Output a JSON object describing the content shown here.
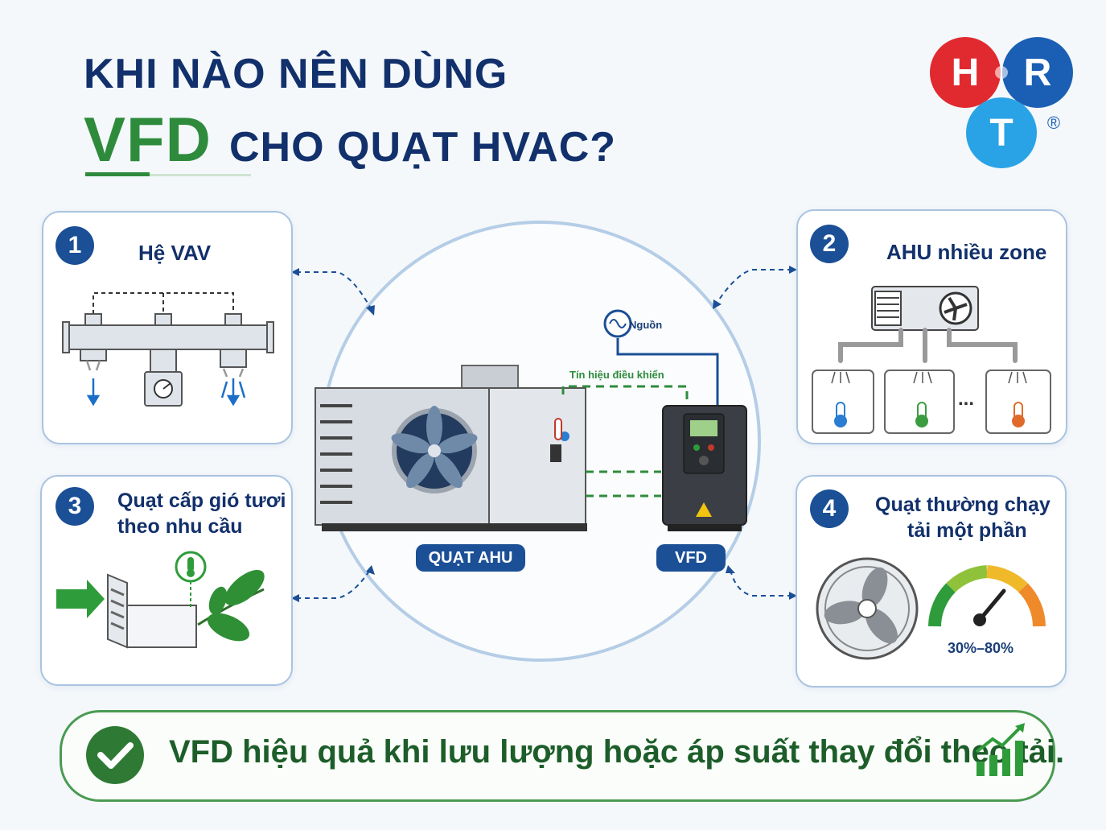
{
  "header": {
    "line1": "KHI NÀO NÊN DÙNG",
    "highlight": "VFD",
    "line2_rest": "CHO QUẠT HVAC?"
  },
  "logo": {
    "letters": [
      "H",
      "R",
      "T"
    ],
    "registered": "®",
    "colors": {
      "H": "#e02a2f",
      "R": "#1b5fb5",
      "T": "#2aa3e6"
    }
  },
  "cards": [
    {
      "number": "1",
      "title": "Hệ VAV"
    },
    {
      "number": "2",
      "title": "AHU nhiều zone"
    },
    {
      "number": "3",
      "title_line1": "Quạt cấp gió tươi",
      "title_line2": "theo nhu cầu"
    },
    {
      "number": "4",
      "title_line1": "Quạt thường chạy",
      "title_line2": "tải một phần"
    }
  ],
  "center": {
    "source_label": "Nguồn",
    "signal_label": "Tín hiệu điều khiển",
    "ahu_label": "QUẠT AHU",
    "vfd_label": "VFD",
    "dots": "...",
    "gauge_range": "30%–80%"
  },
  "footer": {
    "message": "VFD hiệu quả khi lưu lượng hoặc áp suất thay đổi theo tải."
  },
  "colors": {
    "navy": "#12306b",
    "green": "#2e8b3c",
    "blue": "#1b4f96"
  }
}
